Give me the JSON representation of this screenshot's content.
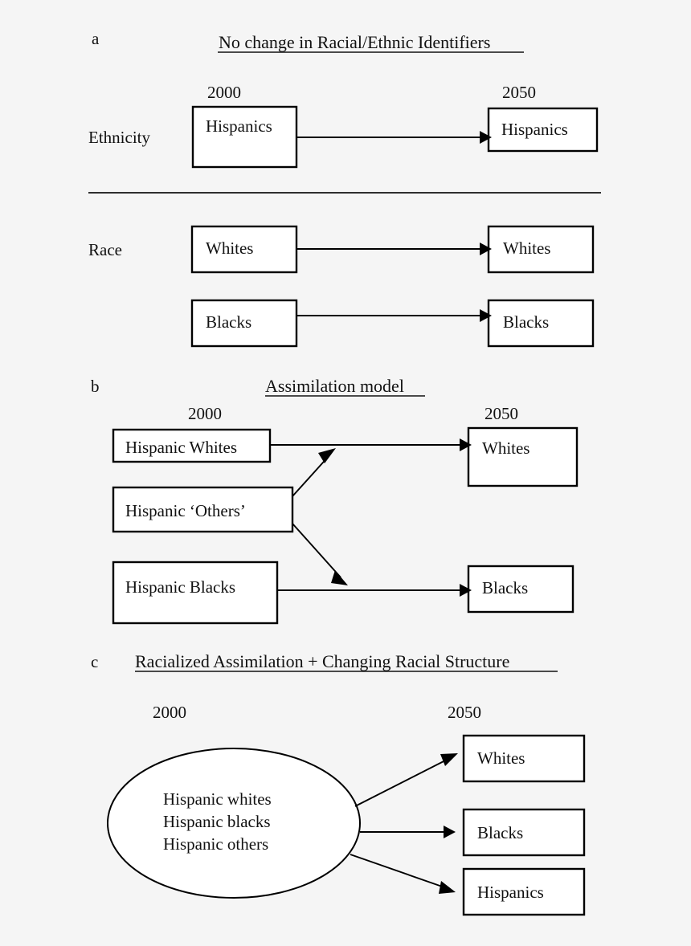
{
  "figure": {
    "background_color": "#f5f5f5",
    "line_color": "#000000",
    "box_fill": "#ffffff",
    "text_color": "#111111"
  },
  "panels": [
    {
      "letter": "a",
      "title": "No change in Racial/Ethnic Identifiers",
      "year_left": "2000",
      "year_right": "2050",
      "row_labels": {
        "ethnicity": "Ethnicity",
        "race": "Race"
      },
      "nodes": {
        "src_hispanics": "Hispanics",
        "dst_hispanics": "Hispanics",
        "src_whites": "Whites",
        "dst_whites": "Whites",
        "src_blacks": "Blacks",
        "dst_blacks": "Blacks"
      }
    },
    {
      "letter": "b",
      "title": " Assimilation model",
      "year_left": "2000",
      "year_right": "2050",
      "nodes": {
        "src_hispanic_whites": "Hispanic Whites",
        "src_hispanic_others": "Hispanic ‘Others’",
        "src_hispanic_blacks": "Hispanic Blacks",
        "dst_whites": "Whites",
        "dst_blacks": "Blacks"
      }
    },
    {
      "letter": "c",
      "title": "Racialized Assimilation + Changing Racial Structure",
      "year_left": "2000",
      "year_right": "2050",
      "nodes": {
        "source_group_line1": "Hispanic whites",
        "source_group_line2": "Hispanic blacks",
        "source_group_line3": "Hispanic others",
        "dst_whites": "Whites",
        "dst_blacks": "Blacks",
        "dst_hispanics": "Hispanics"
      }
    }
  ]
}
